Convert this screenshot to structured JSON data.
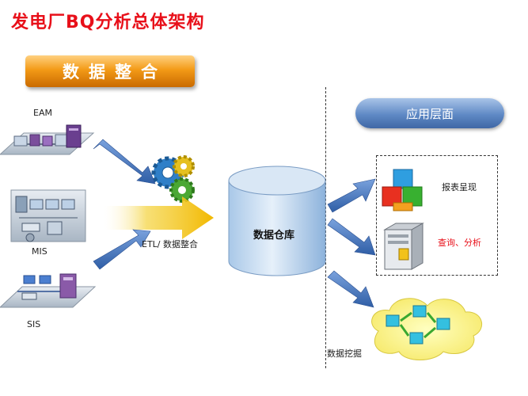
{
  "title": "发电厂BQ分析总体架构",
  "banner": "数据整合",
  "app_layer": "应用层面",
  "sources": {
    "eam": "EAM",
    "mis": "MIS",
    "sis": "SIS"
  },
  "etl_label": "ETL/ 数据整合",
  "warehouse_label": "数据仓库",
  "outputs": {
    "report": "报表呈现",
    "query": "查询、分析",
    "mining": "数据挖掘"
  },
  "colors": {
    "title": "#e8101a",
    "query_text": "#e8101a",
    "arrow_blue": "#3f6fb5",
    "banner": "#f39a17",
    "pill": "#5f89c5"
  },
  "icons": [
    "server-network-icon",
    "office-network-icon",
    "control-network-icon",
    "gears-icon",
    "database-cylinder-icon",
    "cubes-icon",
    "server-tower-icon",
    "cloud-network-icon"
  ]
}
